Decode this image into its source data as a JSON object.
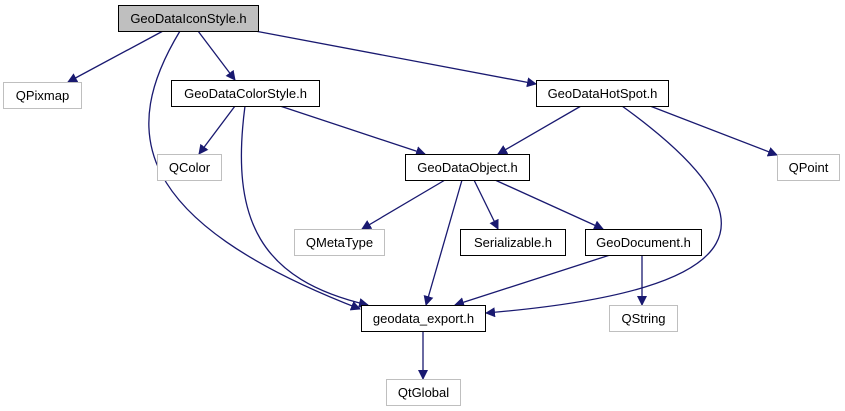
{
  "diagram": {
    "type": "include-dependency-graph",
    "colors": {
      "edge": "#191970",
      "root_fill": "#bfbfbf",
      "root_border": "#000000",
      "internal_border": "#000000",
      "external_border": "#bfbfbf",
      "node_fill": "#ffffff"
    },
    "nodes": [
      {
        "id": "GeoDataIconStyle",
        "label": "GeoDataIconStyle.h",
        "kind": "root"
      },
      {
        "id": "QPixmap",
        "label": "QPixmap",
        "kind": "external"
      },
      {
        "id": "GeoDataColorStyle",
        "label": "GeoDataColorStyle.h",
        "kind": "internal"
      },
      {
        "id": "GeoDataHotSpot",
        "label": "GeoDataHotSpot.h",
        "kind": "internal"
      },
      {
        "id": "QColor",
        "label": "QColor",
        "kind": "external"
      },
      {
        "id": "GeoDataObject",
        "label": "GeoDataObject.h",
        "kind": "internal"
      },
      {
        "id": "QPoint",
        "label": "QPoint",
        "kind": "external"
      },
      {
        "id": "QMetaType",
        "label": "QMetaType",
        "kind": "external"
      },
      {
        "id": "Serializable",
        "label": "Serializable.h",
        "kind": "internal"
      },
      {
        "id": "GeoDocument",
        "label": "GeoDocument.h",
        "kind": "internal"
      },
      {
        "id": "geodata_export",
        "label": "geodata_export.h",
        "kind": "internal"
      },
      {
        "id": "QString",
        "label": "QString",
        "kind": "external"
      },
      {
        "id": "QtGlobal",
        "label": "QtGlobal",
        "kind": "external"
      }
    ],
    "edges": [
      {
        "from": "GeoDataIconStyle",
        "to": "QPixmap"
      },
      {
        "from": "GeoDataIconStyle",
        "to": "GeoDataColorStyle"
      },
      {
        "from": "GeoDataIconStyle",
        "to": "GeoDataHotSpot"
      },
      {
        "from": "GeoDataIconStyle",
        "to": "geodata_export"
      },
      {
        "from": "GeoDataColorStyle",
        "to": "QColor"
      },
      {
        "from": "GeoDataColorStyle",
        "to": "GeoDataObject"
      },
      {
        "from": "GeoDataColorStyle",
        "to": "geodata_export"
      },
      {
        "from": "GeoDataHotSpot",
        "to": "GeoDataObject"
      },
      {
        "from": "GeoDataHotSpot",
        "to": "QPoint"
      },
      {
        "from": "GeoDataHotSpot",
        "to": "geodata_export"
      },
      {
        "from": "GeoDataObject",
        "to": "QMetaType"
      },
      {
        "from": "GeoDataObject",
        "to": "Serializable"
      },
      {
        "from": "GeoDataObject",
        "to": "GeoDocument"
      },
      {
        "from": "GeoDataObject",
        "to": "geodata_export"
      },
      {
        "from": "GeoDocument",
        "to": "geodata_export"
      },
      {
        "from": "GeoDocument",
        "to": "QString"
      },
      {
        "from": "geodata_export",
        "to": "QtGlobal"
      }
    ]
  }
}
